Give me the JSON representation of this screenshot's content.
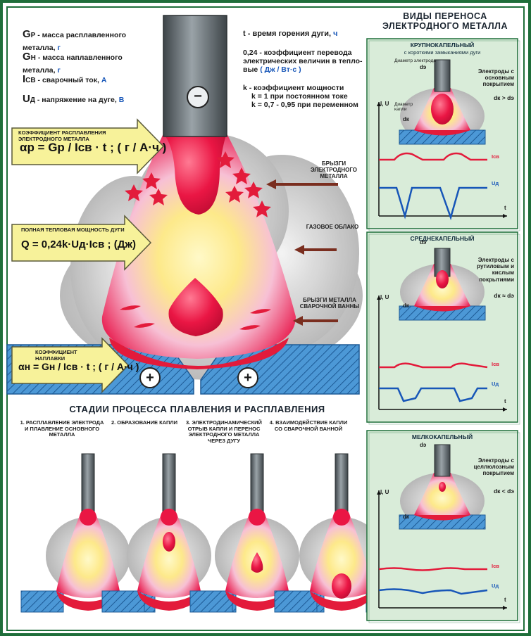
{
  "legend_left": [
    {
      "sym": "G",
      "sub": "Р",
      "def": "- масса расплавленного металла,",
      "unit": "г"
    },
    {
      "sym": "G",
      "sub": "Н",
      "def": "- масса наплавленного металла,",
      "unit": "г"
    },
    {
      "sym": "I",
      "sub": "СВ",
      "def": "- сварочный ток,",
      "unit": "А"
    },
    {
      "sym": "U",
      "sub": "Д",
      "def": "- напряжение на дуге,",
      "unit": "В"
    }
  ],
  "legend_right": {
    "t_def": "t - время горения дуги,",
    "t_unit": "ч",
    "k024_def": "0,24 - коэффициент перевода электрических величин в тепло-вые",
    "k024_unit": "( Дж / Вт·с )",
    "k_def": "k - коэффициент мощности",
    "k1": "k = 1 при постоянном токе",
    "k2": "k = 0,7 - 0,95 при переменном"
  },
  "callouts": {
    "melting_coef_title": "КОЭФФИЦИЕНТ РАСПЛАВЛЕНИЯ ЭЛЕКТРОДНОГО МЕТАЛЛА",
    "melting_formula": "αр = Gр / Iсв · t ; ( г / А·ч )",
    "power_title": "ПОЛНАЯ ТЕПЛОВАЯ МОЩНОСТЬ ДУГИ",
    "power_formula": "Q = 0,24k·Uд·Iсв ; (Дж)",
    "deposit_title": "КОЭФФИЦИЕНТ НАПЛАВКИ",
    "deposit_formula": "αн = Gн / Iсв · t ; ( г / А·ч )"
  },
  "arrow_labels": {
    "spatter_electrode": "БРЫЗГИ ЭЛЕКТРОДНОГО МЕТАЛЛА",
    "gas_cloud": "ГАЗОВОЕ ОБЛАКО",
    "spatter_pool": "БРЫЗГИ МЕТАЛЛА СВАРОЧНОЙ ВАННЫ"
  },
  "electrode_minus": "−",
  "plate_plus": "+",
  "stages": {
    "title": "СТАДИИ ПРОЦЕССА ПЛАВЛЕНИЯ И РАСПЛАВЛЕНИЯ",
    "items": [
      "1. РАСПЛАВЛЕНИЕ ЭЛЕКТРОДА И ПЛАВЛЕНИЕ ОСНОВНОГО МЕТАЛЛА",
      "2. ОБРАЗОВАНИЕ КАПЛИ",
      "3. ЭЛЕКТРОДИНАМИЧЕСКИЙ ОТРЫВ КАПЛИ И ПЕРЕНОС ЭЛЕКТРОДНОГО МЕТАЛЛА ЧЕРЕЗ ДУГУ",
      "4. ВЗАИМОДЕЙСТВИЕ КАПЛИ СО СВАРОЧНОЙ ВАННОЙ"
    ]
  },
  "transfer": {
    "title": "ВИДЫ ПЕРЕНОСА ЭЛЕКТРОДНОГО МЕТАЛЛА",
    "axis_y": "I, U",
    "axis_x": "t",
    "current": "Iсв",
    "voltage": "Uд",
    "de": "dэ",
    "dk": "dк",
    "panels": [
      {
        "title": "КРУПНОКАПЕЛЬНЫЙ",
        "subtitle": "с короткими замыканиями дуги",
        "d_el_label": "Диаметр электрода",
        "d_drop_label": "Диаметр капли",
        "electrodes": "Электроды с основным покрытием",
        "relation": "dк > dэ"
      },
      {
        "title": "СРЕДНЕКАПЕЛЬНЫЙ",
        "subtitle": "",
        "d_el_label": "",
        "d_drop_label": "",
        "electrodes": "Электроды с рутиловым и кислым покрытиями",
        "relation": "dк ≈ dэ"
      },
      {
        "title": "МЕЛКОКАПЕЛЬНЫЙ",
        "subtitle": "",
        "d_el_label": "",
        "d_drop_label": "",
        "electrodes": "Электроды с целлюлозным покрытием",
        "relation": "dк < dэ"
      }
    ]
  },
  "colors": {
    "frame": "#1f6e3a",
    "panel_bg": "#d9ecd9",
    "panel_border": "#1f6e3a",
    "callout": "#f7f29a",
    "red": "#e31b3b",
    "blue": "#1756b8",
    "plate": "#3f8fd0"
  }
}
